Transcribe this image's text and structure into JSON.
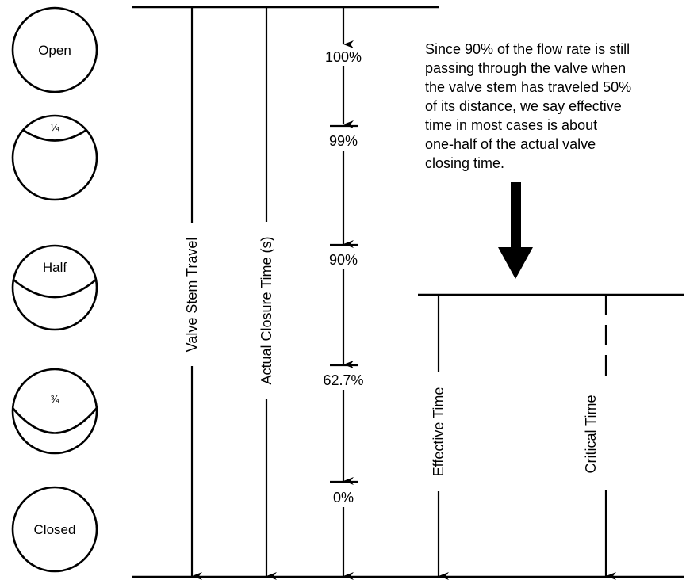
{
  "valve_positions": [
    {
      "id": "open",
      "label": "Open"
    },
    {
      "id": "quarter",
      "label": "¼"
    },
    {
      "id": "half",
      "label": "Half"
    },
    {
      "id": "three-quarter",
      "label": "¾"
    },
    {
      "id": "closed",
      "label": "Closed"
    }
  ],
  "axes": {
    "valve_stem_travel": "Valve Stem Travel",
    "actual_closure_time": "Actual Closure Time (s)",
    "effective_time": "Effective Time",
    "critical_time": "Critical Time"
  },
  "flow_percentages": [
    "100%",
    "99%",
    "90%",
    "62.7%",
    "0%"
  ],
  "note_lines": [
    "Since 90% of the flow rate is still",
    "passing through the valve when",
    "the valve stem has traveled 50%",
    "of its distance, we say effective",
    "time in most cases is about",
    "one-half of the actual valve",
    "closing time."
  ],
  "colors": {
    "ink": "#000000",
    "paper": "#ffffff"
  }
}
